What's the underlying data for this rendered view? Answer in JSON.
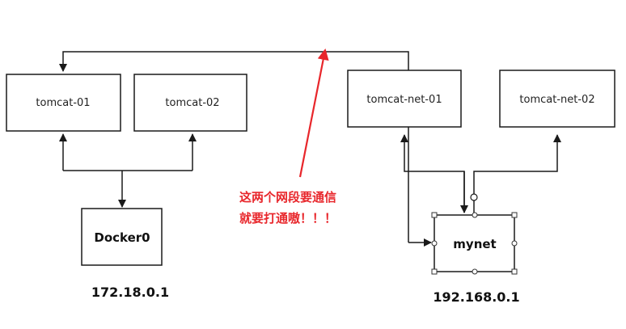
{
  "nodes": {
    "tomcat01": "tomcat-01",
    "tomcat02": "tomcat-02",
    "docker0": "Docker0",
    "tomcatnet01": "tomcat-net-01",
    "tomcatnet02": "tomcat-net-02",
    "mynet": "mynet"
  },
  "ips": {
    "docker0": "172.18.0.1",
    "mynet": "192.168.0.1"
  },
  "annotation": {
    "line1": "这两个网段要通信",
    "line2": "就要打通嗷！！！"
  },
  "colors": {
    "line": "#1a1a1a",
    "annotation": "#e8262b"
  }
}
